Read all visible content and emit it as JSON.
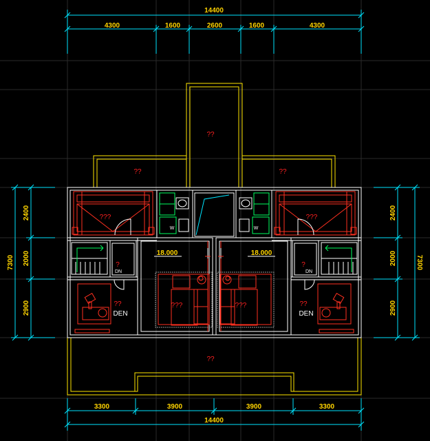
{
  "dimensions": {
    "top_total": "14400",
    "top_segments": [
      "4300",
      "1600",
      "2600",
      "1600",
      "4300"
    ],
    "bottom_segments": [
      "3300",
      "3900",
      "3900",
      "3300"
    ],
    "bottom_total": "14400",
    "left_total": "7300",
    "left_segments": [
      "2400",
      "2000",
      "2900"
    ],
    "right_total": "7300",
    "right_segments": [
      "2400",
      "2000",
      "2900"
    ]
  },
  "room_labels": {
    "tower": "??",
    "upper_left_terrace": "??",
    "upper_right_terrace": "??",
    "bottom_terrace": "??",
    "left_bedroom": "???",
    "right_bedroom": "???",
    "left_hall_room": "???",
    "right_hall_room": "???",
    "left_stair_note": "?",
    "right_stair_note": "?",
    "left_den_label": "??",
    "right_den_label": "??"
  },
  "texts": {
    "den_left": "DEN",
    "den_right": "DEN",
    "dn_left": "DN",
    "dn_right": "DN",
    "w_left": "W",
    "w_right": "W",
    "elevation_left": "18.000",
    "elevation_right": "18.000"
  },
  "colors": {
    "dimension": "#00e5ff",
    "outline": "#ffe600",
    "wall": "#ffffff",
    "furniture": "#ff3020",
    "fixture": "#00ff60",
    "background": "#000000"
  }
}
